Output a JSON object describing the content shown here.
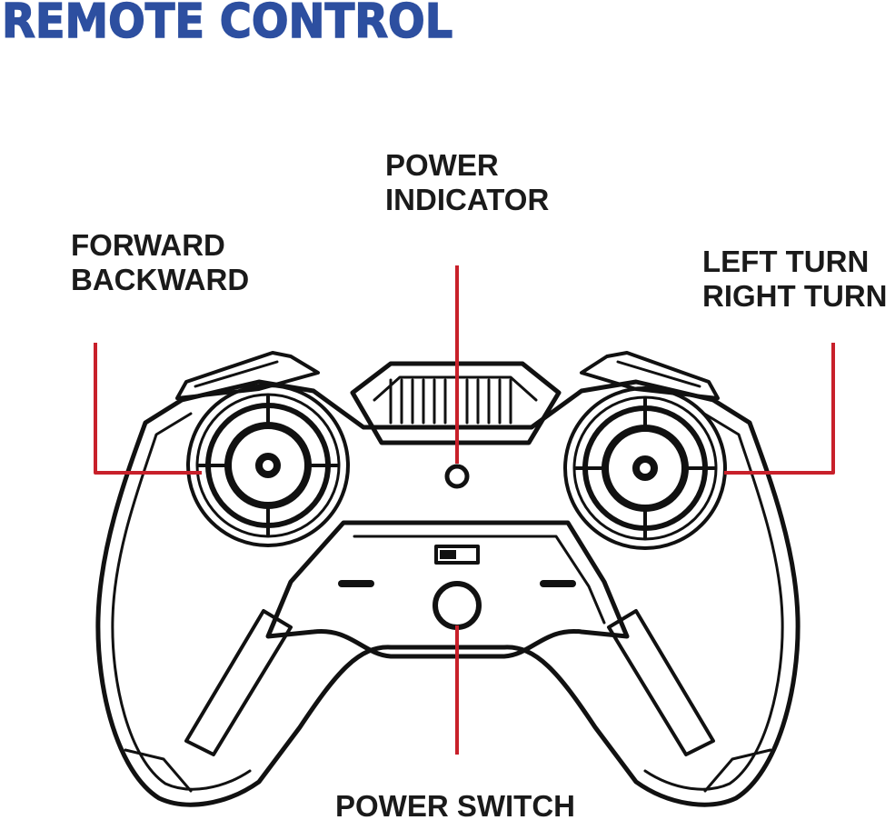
{
  "title": "REMOTE CONTROL",
  "labels": {
    "power_indicator": [
      "POWER",
      "INDICATOR"
    ],
    "forward_backward": [
      "FORWARD",
      "BACKWARD"
    ],
    "turn": [
      "LEFT TURN",
      "RIGHT TURN"
    ],
    "power_switch": "POWER SWITCH"
  },
  "colors": {
    "title": "#2d4fa0",
    "leader_line": "#c8202a",
    "outline": "#111111"
  }
}
